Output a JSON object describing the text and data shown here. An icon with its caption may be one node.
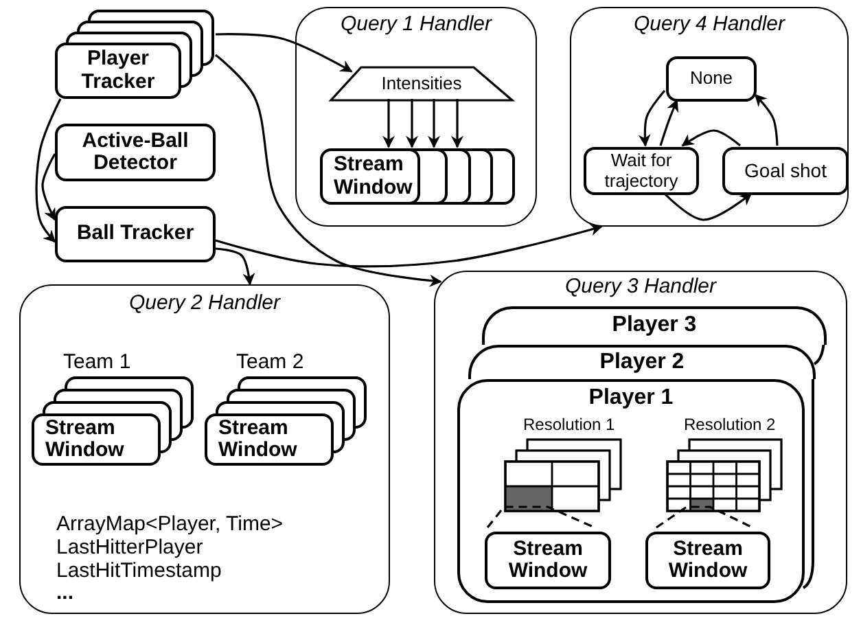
{
  "diagram": {
    "nodes": [
      {
        "text": [
          "Player Tracker"
        ]
      },
      {
        "text": [
          "Active-Ball Detector"
        ]
      },
      {
        "text": [
          "Ball Tracker"
        ]
      },
      {
        "text": [
          "Query 1 Handler"
        ]
      },
      {
        "text": [
          "Intensities"
        ],
        "in": 3
      },
      {
        "text": [
          "Stream Window"
        ],
        "in": 3
      },
      {
        "text": [
          "Query 4 Handler"
        ]
      },
      {
        "text": [
          "None"
        ],
        "in": 6
      },
      {
        "text": [
          "Wait for trajectory"
        ],
        "in": 6
      },
      {
        "text": [
          "Goal shot"
        ],
        "in": 6
      },
      {
        "text": [
          "Query 2 Handler",
          "ArrayMap<Player, Time>",
          "LastHitterPlayer",
          "LastHitTimestamp",
          "..."
        ]
      },
      {
        "text": [
          "Stream Window"
        ],
        "in": 10,
        "beside": [
          "Team 1"
        ]
      },
      {
        "text": [
          "Stream Window"
        ],
        "in": 10,
        "beside": [
          "Team 2"
        ]
      },
      {
        "text": [
          "Query 3 Handler"
        ]
      },
      {
        "text": [
          "Player 3"
        ],
        "in": 13
      },
      {
        "text": [
          "Player 2"
        ],
        "in": 13
      },
      {
        "text": [
          "Player 1"
        ],
        "in": 13
      },
      {
        "text": [
          "Resolution 1"
        ],
        "in": 16
      },
      {
        "text": [
          "Stream Window"
        ],
        "in": 16
      },
      {
        "text": [
          "Resolution 2"
        ],
        "in": 16
      },
      {
        "text": [
          "Stream Window"
        ],
        "in": 16
      }
    ],
    "edges": [
      {
        "from": 0,
        "to": 4,
        "arrow": "to"
      },
      {
        "from": 0,
        "to": 13,
        "arrow": "to"
      },
      {
        "from": 0,
        "to": 2,
        "arrow": "to"
      },
      {
        "from": 1,
        "to": 2,
        "arrow": "to"
      },
      {
        "from": 2,
        "to": 10,
        "arrow": "to"
      },
      {
        "from": 2,
        "to": 6,
        "arrow": "to"
      },
      {
        "from": 4,
        "to": 5,
        "arrow": "to"
      },
      {
        "from": 4,
        "to": 5,
        "arrow": "to"
      },
      {
        "from": 4,
        "to": 5,
        "arrow": "to"
      },
      {
        "from": 4,
        "to": 5,
        "arrow": "to"
      },
      {
        "from": 7,
        "to": 8,
        "arrow": "to"
      },
      {
        "from": 8,
        "to": 7,
        "arrow": "to"
      },
      {
        "from": 9,
        "to": 7,
        "arrow": "to"
      },
      {
        "from": 9,
        "to": 8,
        "arrow": "to"
      },
      {
        "from": 8,
        "to": 9,
        "arrow": "to"
      },
      {
        "from": 17,
        "to": 18,
        "arrow": "none",
        "style": "dashed"
      },
      {
        "from": 19,
        "to": 20,
        "arrow": "none",
        "style": "dashed"
      }
    ]
  }
}
